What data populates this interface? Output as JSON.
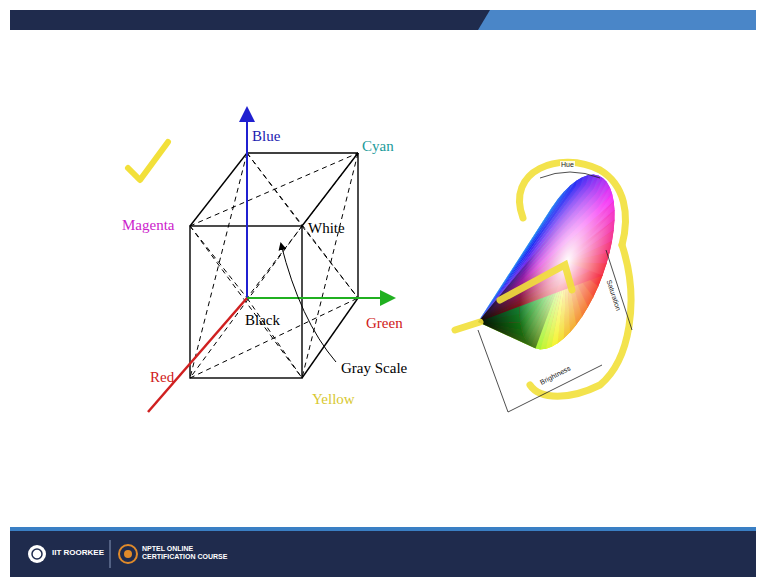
{
  "diagram": {
    "labels": [
      "Blue",
      "Cyan",
      "Magenta",
      "White",
      "Black",
      "Green",
      "Red",
      "Yellow",
      "Gray Scale",
      "Hue",
      "Saturation",
      "Brightness",
      "IIT ROORKEE",
      "NPTEL ONLINE CERTIFICATION COURSE"
    ]
  }
}
